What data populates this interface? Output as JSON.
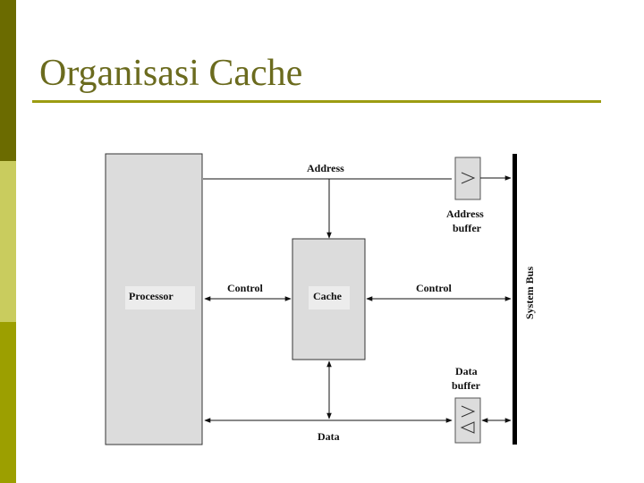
{
  "slide": {
    "title": "Organisasi Cache",
    "sidebar_colors": [
      "#6b6b00",
      "#c9cc5e",
      "#9c9f00"
    ]
  },
  "diagram": {
    "processor_label": "Processor",
    "cache_label": "Cache",
    "address_label": "Address",
    "control_left_label": "Control",
    "control_right_label": "Control",
    "data_label": "Data",
    "address_buffer_label_line1": "Address",
    "address_buffer_label_line2": "buffer",
    "data_buffer_label_line1": "Data",
    "data_buffer_label_line2": "buffer",
    "system_bus_label": "System Bus"
  }
}
